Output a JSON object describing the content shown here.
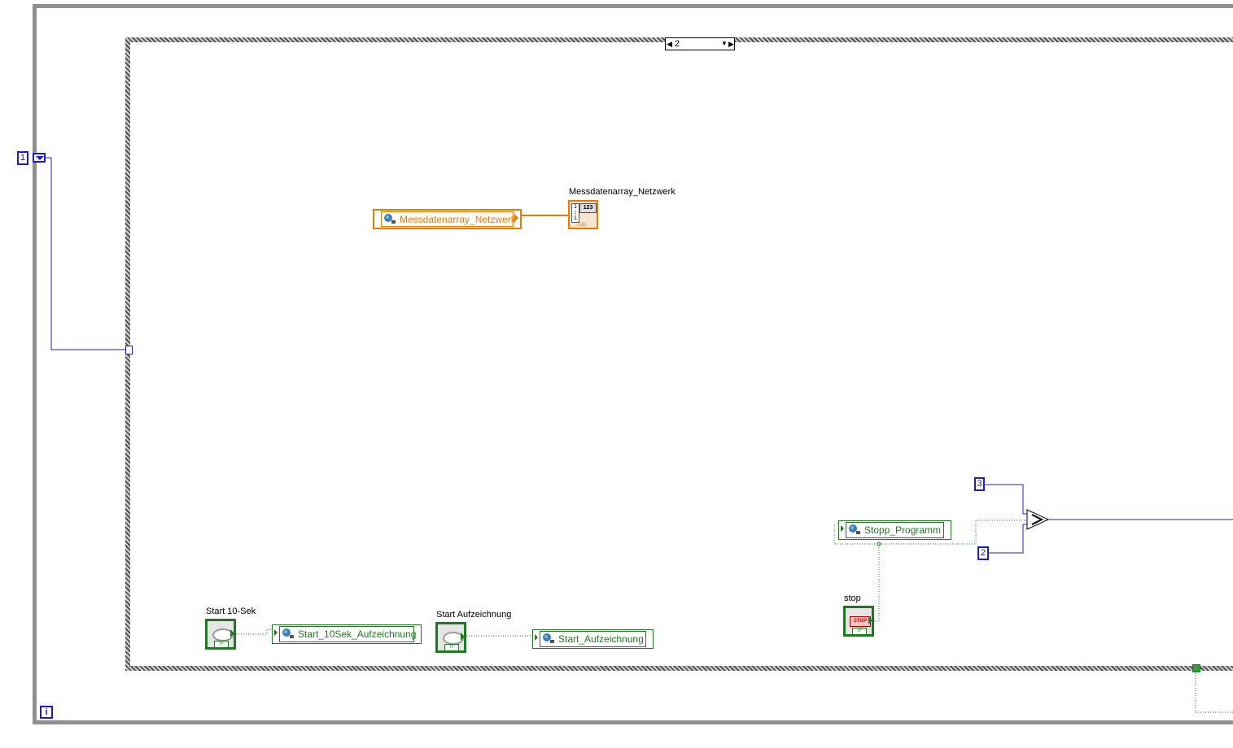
{
  "case_structure": {
    "selector_value": "2",
    "dropdown_icon": "chevron-down-icon"
  },
  "constants": {
    "iteration_index": "1",
    "const_three": "3",
    "const_two": "2",
    "loop_iteration_terminal": "i"
  },
  "labels": {
    "messdaten_indicator": "Messdatenarray_Netzwerk",
    "start_10sek_control": "Start 10-Sek",
    "start_aufzeichnung_control": "Start Aufzeichnung",
    "stop_control": "stop"
  },
  "shared_variables": {
    "messdaten": "Messdatenarray_Netzwerk",
    "start_10sek": "Start_10Sek_Aufzeichnung",
    "start_aufzeichnung": "Start_Aufzeichnung",
    "stopp_programm": "Stopp_Programm"
  },
  "terminals": {
    "tf": "TF",
    "dbl": "DBL",
    "numeric_display": "123",
    "stop_button_text": "STOP"
  },
  "colors": {
    "numeric_wire": "#1c1ccf",
    "boolean_wire": "#1f7a1f",
    "array_wire": "#f07800",
    "frame_gray": "#8f8f8f"
  }
}
